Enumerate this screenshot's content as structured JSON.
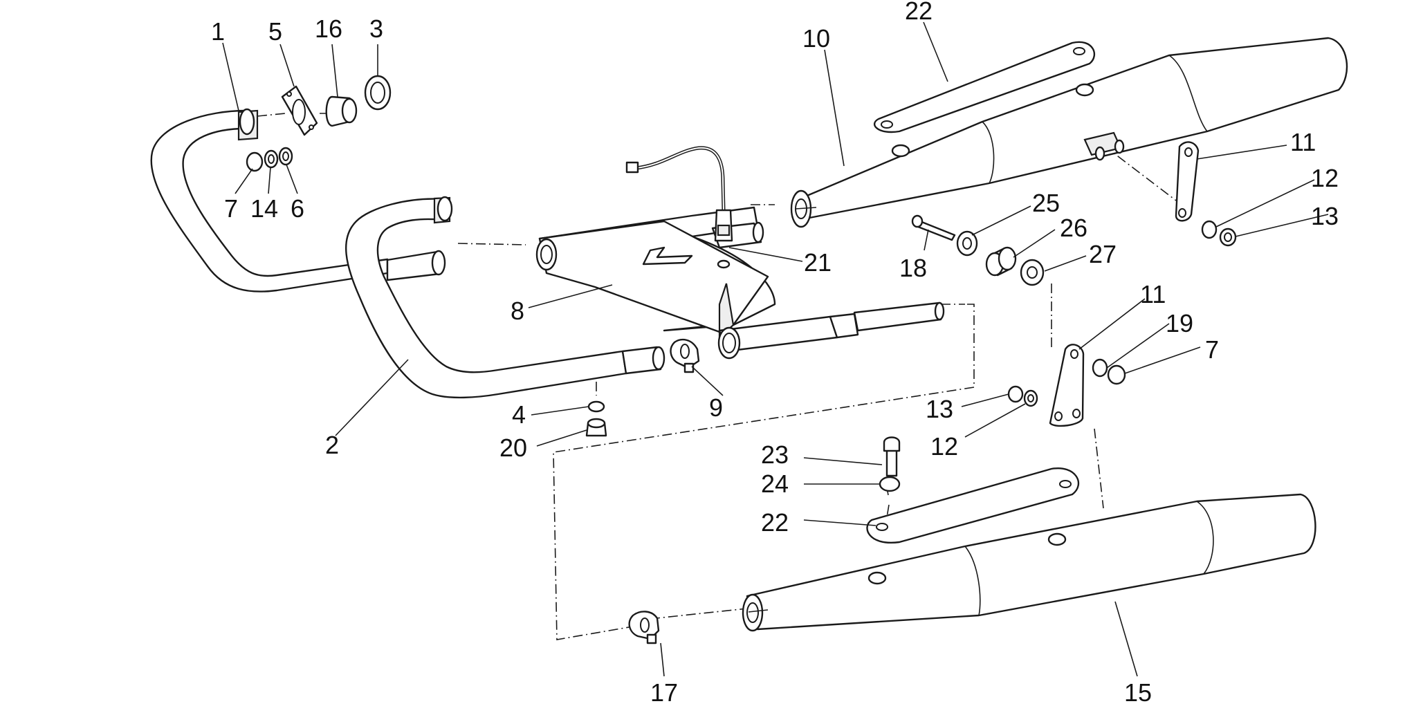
{
  "diagram": {
    "callouts": [
      "1",
      "2",
      "3",
      "4",
      "5",
      "6",
      "7",
      "8",
      "9",
      "10",
      "11",
      "12",
      "13",
      "14",
      "15",
      "16",
      "17",
      "18",
      "19",
      "20",
      "21",
      "22",
      "23",
      "24",
      "25",
      "26",
      "27"
    ],
    "labels": [
      {
        "id": "l1",
        "text": "1"
      },
      {
        "id": "l5",
        "text": "5"
      },
      {
        "id": "l16",
        "text": "16"
      },
      {
        "id": "l3",
        "text": "3"
      },
      {
        "id": "l22a",
        "text": "22"
      },
      {
        "id": "l10",
        "text": "10"
      },
      {
        "id": "l7a",
        "text": "7"
      },
      {
        "id": "l14",
        "text": "14"
      },
      {
        "id": "l6",
        "text": "6"
      },
      {
        "id": "l11a",
        "text": "11"
      },
      {
        "id": "l12a",
        "text": "12"
      },
      {
        "id": "l13a",
        "text": "13"
      },
      {
        "id": "l25",
        "text": "25"
      },
      {
        "id": "l26",
        "text": "26"
      },
      {
        "id": "l27",
        "text": "27"
      },
      {
        "id": "l18",
        "text": "18"
      },
      {
        "id": "l21",
        "text": "21"
      },
      {
        "id": "l8",
        "text": "8"
      },
      {
        "id": "l11b",
        "text": "11"
      },
      {
        "id": "l19",
        "text": "19"
      },
      {
        "id": "l7b",
        "text": "7"
      },
      {
        "id": "l13b",
        "text": "13"
      },
      {
        "id": "l12b",
        "text": "12"
      },
      {
        "id": "l9",
        "text": "9"
      },
      {
        "id": "l4",
        "text": "4"
      },
      {
        "id": "l20",
        "text": "20"
      },
      {
        "id": "l2",
        "text": "2"
      },
      {
        "id": "l23",
        "text": "23"
      },
      {
        "id": "l24",
        "text": "24"
      },
      {
        "id": "l22b",
        "text": "22"
      },
      {
        "id": "l17",
        "text": "17"
      },
      {
        "id": "l15",
        "text": "15"
      }
    ],
    "line_color": "#1a1a1a",
    "background": "#ffffff"
  }
}
